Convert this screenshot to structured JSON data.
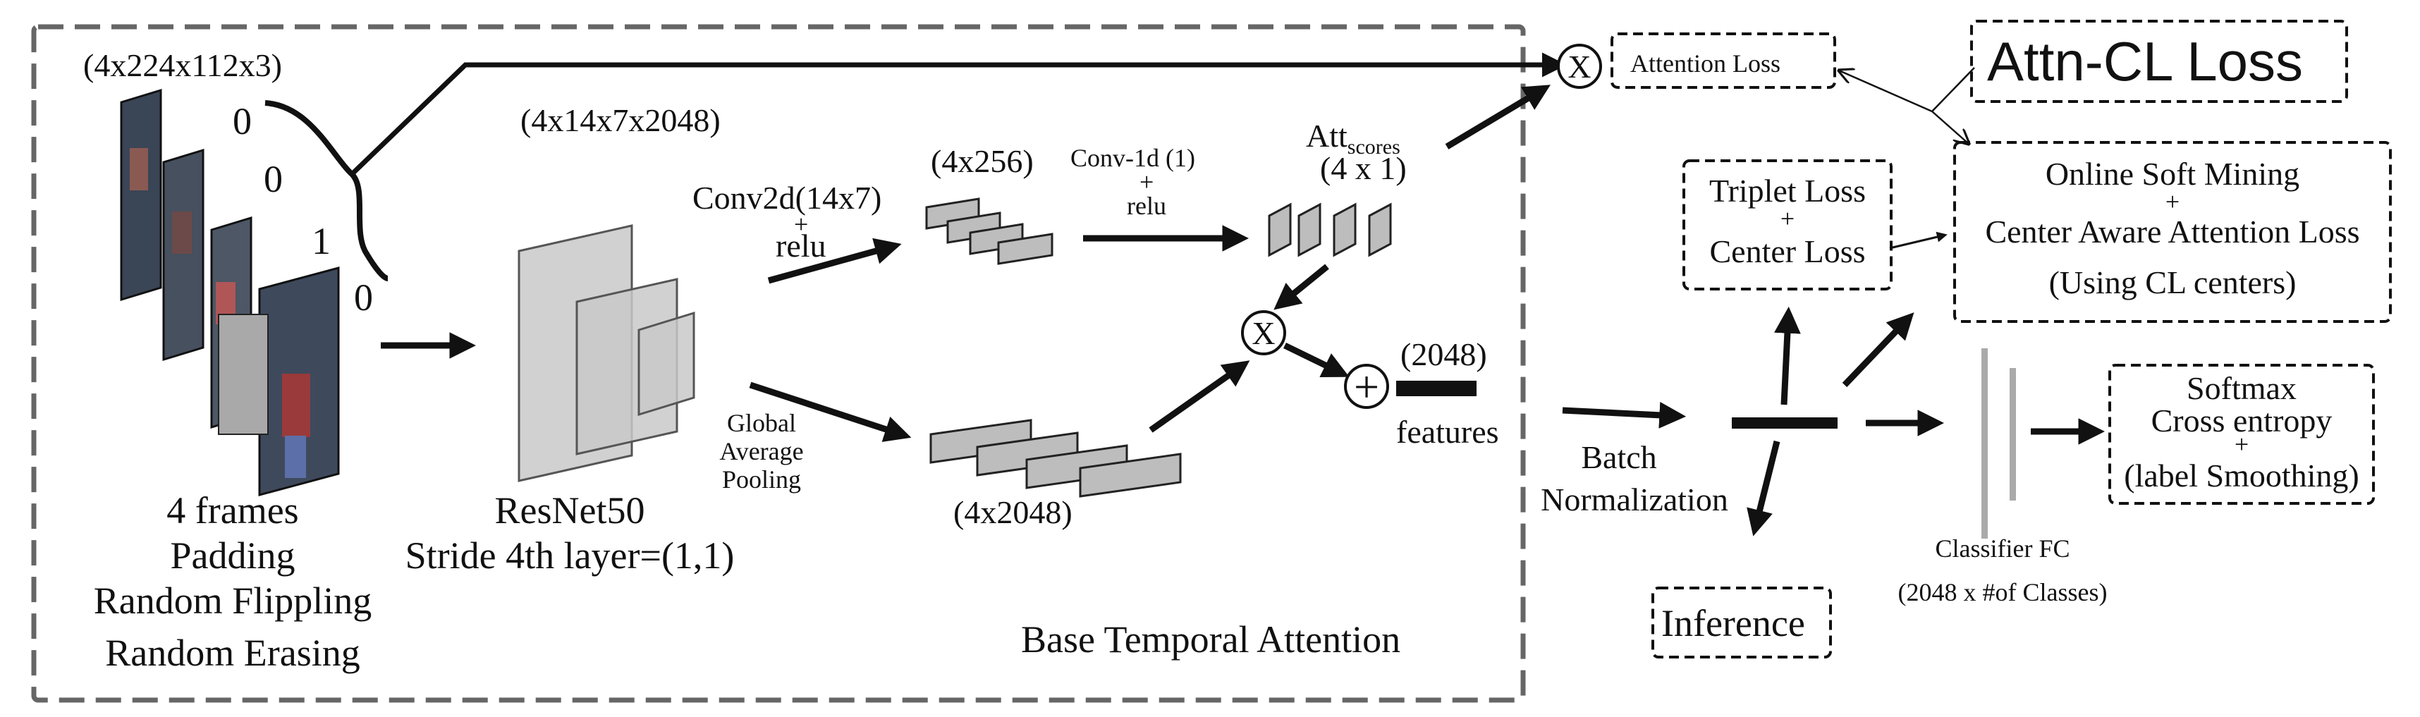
{
  "title": "Attn-CL Loss",
  "base_label": "Base Temporal Attention",
  "input": {
    "dims": "(4x224x112x3)",
    "frame_bits": [
      "0",
      "0",
      "1",
      "0"
    ],
    "caption": [
      "4 frames",
      "Padding",
      "Random Flippling",
      "Random Erasing"
    ]
  },
  "backbone": {
    "dims": "(4x14x7x2048)",
    "caption": [
      "ResNet50",
      "Stride 4th layer=(1,1)"
    ]
  },
  "attention_branch": {
    "conv2d": [
      "Conv2d(14x7)",
      "+",
      "relu"
    ],
    "dims": "(4x256)",
    "conv1d": [
      "Conv-1d (1)",
      "+",
      "relu"
    ],
    "scores_prefix": "Att",
    "scores_sub": "scores",
    "scores_dims": "(4 x 1)"
  },
  "feature_branch": {
    "gap": [
      "Global",
      "Average",
      "Pooling"
    ],
    "dims": "(4x2048)"
  },
  "ops": {
    "multiply": "X",
    "plus": "+"
  },
  "features": {
    "dims": "(2048)",
    "label": "features"
  },
  "batchnorm": [
    "Batch",
    "Normalization"
  ],
  "boxes": {
    "attention_loss": "Attention Loss",
    "triplet_center": [
      "Triplet Loss",
      "+",
      "Center Loss"
    ],
    "online_soft": [
      "Online Soft Mining",
      "+",
      "Center Aware Attention Loss",
      "(Using CL centers)"
    ],
    "softmax": [
      "Softmax",
      "Cross entropy",
      "+",
      "(label Smoothing)"
    ],
    "inference": "Inference"
  },
  "classifier": [
    "Classifier FC",
    "(2048 x  #of Classes)"
  ]
}
